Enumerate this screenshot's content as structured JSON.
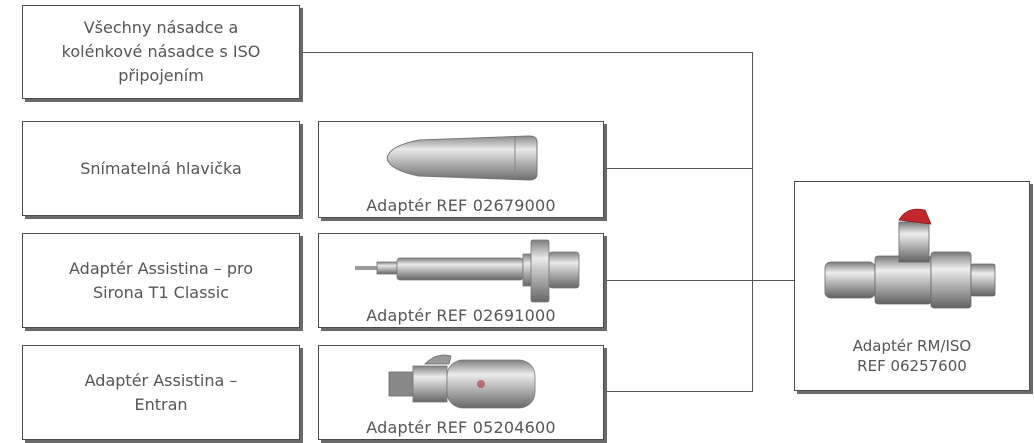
{
  "left_items": [
    {
      "label": "Všechny násadce a\nkolénkové násadce s ISO\npřipojením"
    },
    {
      "label": "Snímatelná hlavička"
    },
    {
      "label": "Adaptér Assistina – pro\nSirona T1 Classic"
    },
    {
      "label": "Adaptér Assistina –\nEntran"
    }
  ],
  "adapters": [
    {
      "caption": "Adaptér REF 02679000",
      "image_icon": "removable-head-adapter-icon"
    },
    {
      "caption": "Adaptér REF 02691000",
      "image_icon": "sirona-t1-adapter-icon"
    },
    {
      "caption": "Adaptér REF 05204600",
      "image_icon": "entran-adapter-icon"
    }
  ],
  "result": {
    "caption": "Adaptér RM/ISO\nREF 06257600",
    "image_icon": "rm-iso-adapter-icon"
  }
}
